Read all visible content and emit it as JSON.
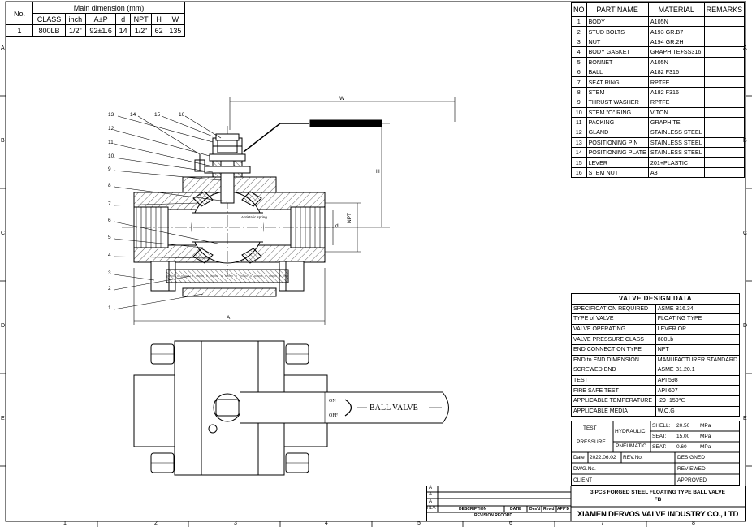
{
  "main_dimension": {
    "group_header": "Main dimension (mm)",
    "no_header": "No.",
    "columns": [
      "CLASS",
      "inch",
      "A±P",
      "d",
      "NPT",
      "H",
      "W"
    ],
    "row": {
      "no": "1",
      "values": [
        "800LB",
        "1/2\"",
        "92±1.6",
        "14",
        "1/2\"",
        "62",
        "135"
      ]
    }
  },
  "parts_list": {
    "headers": [
      "NO",
      "PART NAME",
      "MATERIAL",
      "REMARKS"
    ],
    "rows": [
      {
        "no": "1",
        "name": "BODY",
        "material": "A105N"
      },
      {
        "no": "2",
        "name": "STUD BOLTS",
        "material": "A193 GR.B7"
      },
      {
        "no": "3",
        "name": "NUT",
        "material": "A194 GR.2H"
      },
      {
        "no": "4",
        "name": "BODY GASKET",
        "material": "GRAPHITE+SS316"
      },
      {
        "no": "5",
        "name": "BONNET",
        "material": "A105N"
      },
      {
        "no": "6",
        "name": "BALL",
        "material": "A182 F316"
      },
      {
        "no": "7",
        "name": "SEAT RING",
        "material": "RPTFE"
      },
      {
        "no": "8",
        "name": "STEM",
        "material": "A182 F316"
      },
      {
        "no": "9",
        "name": "THRUST WASHER",
        "material": "RPTFE"
      },
      {
        "no": "10",
        "name": "STEM \"O\" RING",
        "material": "VITON"
      },
      {
        "no": "11",
        "name": "PACKING",
        "material": "GRAPHITE"
      },
      {
        "no": "12",
        "name": "GLAND",
        "material": "STAINLESS STEEL"
      },
      {
        "no": "13",
        "name": "POSITIONING PIN",
        "material": "STAINLESS STEEL"
      },
      {
        "no": "14",
        "name": "POSITIONING PLATE",
        "material": "STAINLESS STEEL"
      },
      {
        "no": "15",
        "name": "LEVER",
        "material": "201+PLASTIC"
      },
      {
        "no": "16",
        "name": "STEM NUT",
        "material": "A3"
      }
    ]
  },
  "valve_design_data": {
    "title": "VALVE DESIGN DATA",
    "rows": [
      {
        "label": "SPECIFICATION REQUIRED",
        "value": "ASME B16.34"
      },
      {
        "label": "TYPE of VALVE",
        "value": "FLOATING TYPE"
      },
      {
        "label": "VALVE OPERATING",
        "value": "LEVER OP."
      },
      {
        "label": "VALVE PRESSURE CLASS",
        "value": "800Lb"
      },
      {
        "label": "END CONNECTION TYPE",
        "value": "NPT"
      },
      {
        "label": "END to END DIMENSION",
        "value": "MANUFACTURER STANDARD"
      },
      {
        "label": "SCREWED END",
        "value": "ASME B1.20.1"
      },
      {
        "label": "TEST",
        "value": "API 598"
      },
      {
        "label": "FIRE SAFE TEST",
        "value": "API 607"
      },
      {
        "label": "APPLICABLE TEMPERATURE",
        "value": "-29~150℃"
      },
      {
        "label": "APPLICABLE MEDIA",
        "value": "W.O.G"
      }
    ],
    "test_pressure": {
      "label_1": "TEST",
      "label_2": "PRESSURE",
      "hydraulic": "HYDRAULIC",
      "pneumatic": "PNEUMATIC",
      "shell_label": "SHELL:",
      "shell_value": "20.50",
      "shell_unit": "MPa",
      "seat_label": "SEAT:",
      "seat_value": "15.00",
      "seat_unit": "MPa",
      "pseat_label": "SEAT:",
      "pseat_value": "0.60",
      "pseat_unit": "MPa"
    },
    "date_label": "Date",
    "date_value": "2022.06.02",
    "rev_label": "REV.No.",
    "designed": "DESIGNED",
    "dwg_label": "DWG.No.",
    "reviewed": "REVIEWED",
    "client_label": "CLIENT",
    "approved": "APPROVED"
  },
  "title_block": {
    "title_line1": "3 PCS FORGED STEEL FLOATING TYPE BALL VALVE",
    "title_line2": "FB",
    "company": "XIAMEN DERVOS VALVE INDUSTRY CO., LTD",
    "rev_headers": [
      "DESCRIPTION",
      "DATE",
      "Des'd",
      "Rev'd",
      "APP'D"
    ],
    "revision_record": "REVISION RECORD",
    "rev_marks": [
      "A",
      "A",
      "A",
      "REV."
    ]
  },
  "zones": {
    "left_right": [
      "A",
      "B",
      "C",
      "D",
      "E"
    ],
    "bottom": [
      "1",
      "2",
      "3",
      "4",
      "5",
      "6",
      "7",
      "8"
    ]
  },
  "drawing": {
    "callouts": [
      "1",
      "2",
      "3",
      "4",
      "5",
      "6",
      "7",
      "8",
      "9",
      "10",
      "11",
      "12",
      "13",
      "14",
      "15",
      "16"
    ],
    "dim_w": "W",
    "dim_h": "H",
    "dim_a": "A",
    "dim_d": "d",
    "dim_npt": "NPT",
    "antistatic": "Antistatic spring",
    "on_label": "ON",
    "off_label": "OFF",
    "lever_text": "BALL VALVE"
  }
}
